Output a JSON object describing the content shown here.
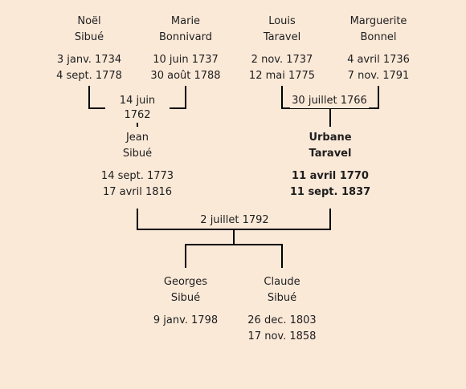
{
  "persons": {
    "noel": {
      "first": "Noël",
      "last": "Sibué",
      "birth": "3 janv. 1734",
      "death": "4 sept. 1778"
    },
    "marie": {
      "first": "Marie",
      "last": "Bonnivard",
      "birth": "10 juin 1737",
      "death": "30 août 1788"
    },
    "louis": {
      "first": "Louis",
      "last": "Taravel",
      "birth": "2 nov. 1737",
      "death": "12 mai 1775"
    },
    "marguerite": {
      "first": "Marguerite",
      "last": "Bonnel",
      "birth": "4 avril 1736",
      "death": "7 nov. 1791"
    },
    "jean": {
      "first": "Jean",
      "last": "Sibué",
      "birth": "14 sept. 1773",
      "death": "17 avril 1816"
    },
    "urbane": {
      "first": "Urbane",
      "last": "Taravel",
      "birth": "11 avril 1770",
      "death": "11 sept. 1837"
    },
    "georges": {
      "first": "Georges",
      "last": "Sibué",
      "birth": "9 janv. 1798",
      "death": ""
    },
    "claude": {
      "first": "Claude",
      "last": "Sibué",
      "birth": "26 dec. 1803",
      "death": "17 nov. 1858"
    }
  },
  "marriages": {
    "noel_marie": "14 juin 1762",
    "louis_marguerite": "30 juillet 1766",
    "jean_urbane": "2 juillet 1792"
  },
  "colors": {
    "background": "#fbe9d8",
    "line": "#000000",
    "text": "#1e1e1e"
  }
}
